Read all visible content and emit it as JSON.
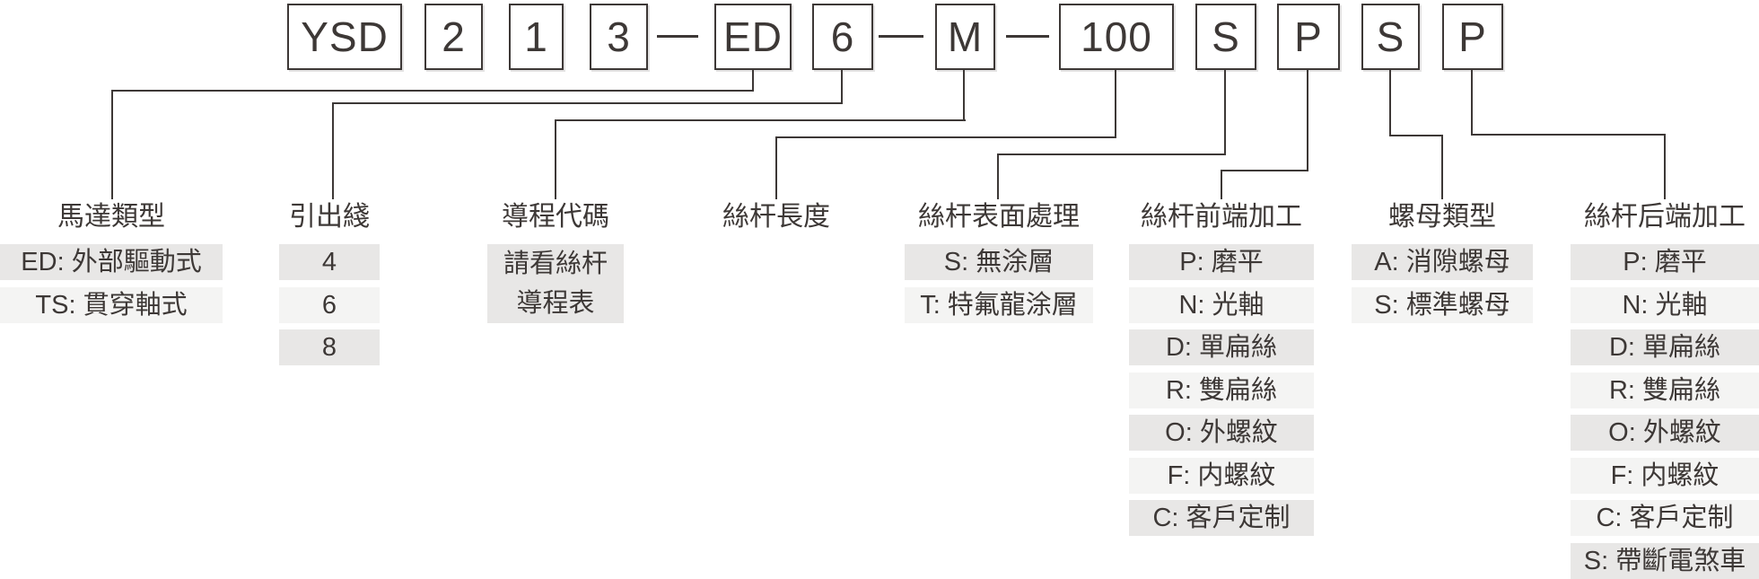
{
  "code": {
    "segments": [
      {
        "label": "YSD"
      },
      {
        "label": "2"
      },
      {
        "label": "1"
      },
      {
        "label": "3"
      },
      {
        "label": "ED"
      },
      {
        "label": "6"
      },
      {
        "label": "M"
      },
      {
        "label": "100"
      },
      {
        "label": "S"
      },
      {
        "label": "P"
      },
      {
        "label": "S"
      },
      {
        "label": "P"
      }
    ]
  },
  "columns": [
    {
      "header": "馬達類型",
      "items": [
        "ED: 外部驅動式",
        "TS: 貫穿軸式"
      ]
    },
    {
      "header": "引出綫",
      "items": [
        "4",
        "6",
        "8"
      ]
    },
    {
      "header": "導程代碼",
      "items": [
        "請看絲杆\n導程表"
      ]
    },
    {
      "header": "絲杆長度",
      "items": []
    },
    {
      "header": "絲杆表面處理",
      "items": [
        "S: 無涂層",
        "T: 特氟龍涂層"
      ]
    },
    {
      "header": "絲杆前端加工",
      "items": [
        "P: 磨平",
        "N: 光軸",
        "D: 單扁絲",
        "R: 雙扁絲",
        "O: 外螺紋",
        "F: 内螺紋",
        "C: 客戶定制"
      ]
    },
    {
      "header": "螺母類型",
      "items": [
        "A: 消隙螺母",
        "S: 標準螺母"
      ]
    },
    {
      "header": "絲杆后端加工",
      "items": [
        "P: 磨平",
        "N: 光軸",
        "D: 單扁絲",
        "R: 雙扁絲",
        "O: 外螺紋",
        "F: 内螺紋",
        "C: 客戶定制",
        "S: 帶斷電煞車"
      ]
    }
  ],
  "colors": {
    "ink": "#3d3836",
    "band_dark": "#e8e7e6",
    "band_light": "#f4f4f3"
  }
}
